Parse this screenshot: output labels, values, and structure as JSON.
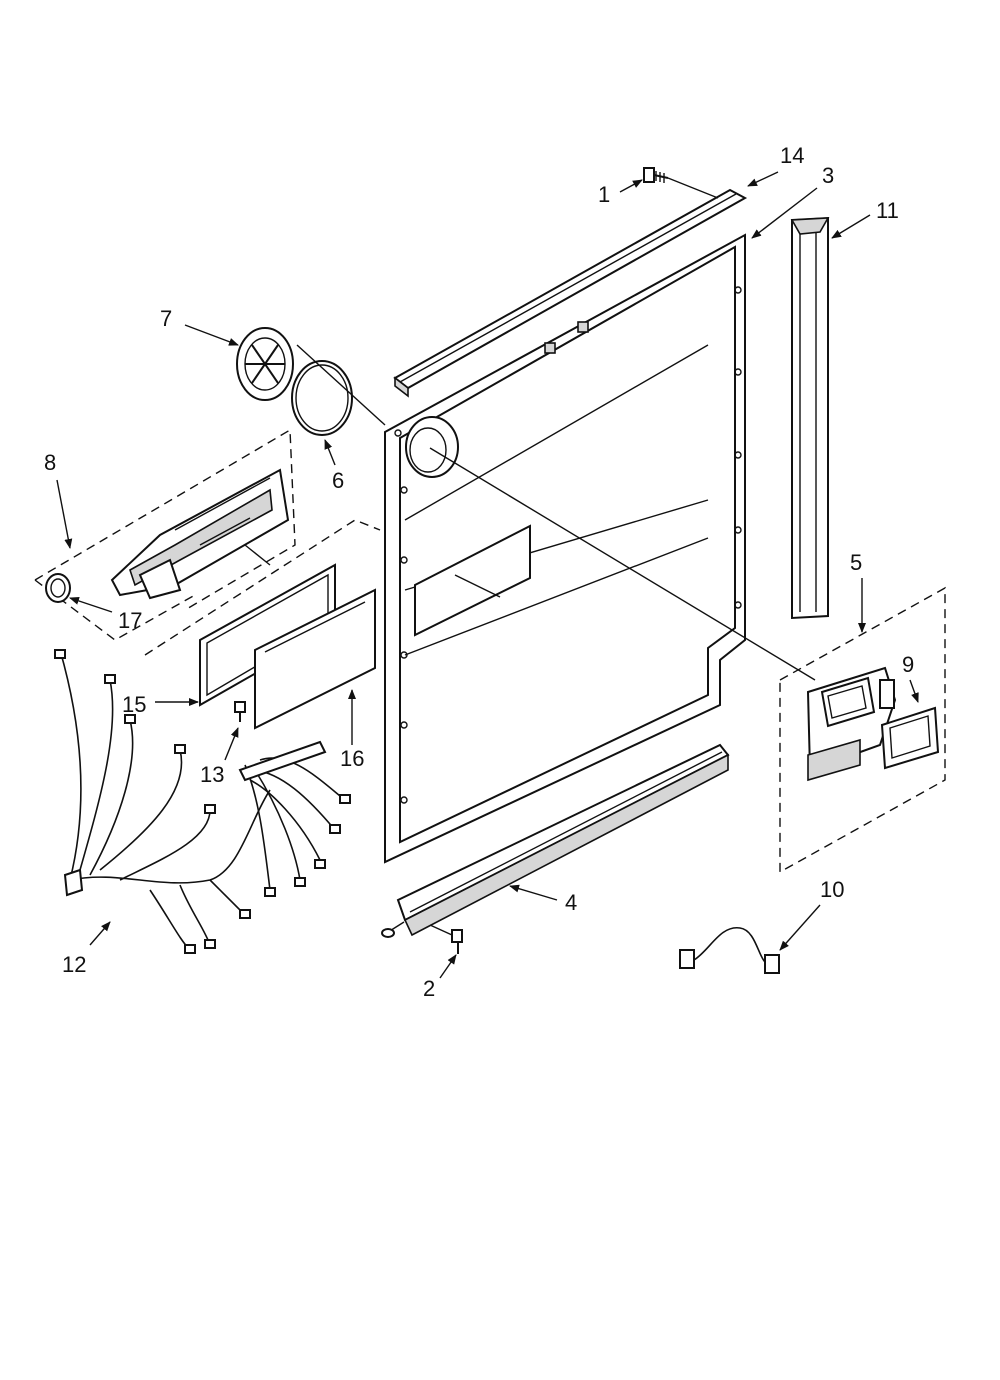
{
  "callouts": {
    "c1": "1",
    "c2": "2",
    "c3": "3",
    "c4": "4",
    "c5": "5",
    "c6": "6",
    "c7": "7",
    "c8": "8",
    "c9": "9",
    "c10": "10",
    "c11": "11",
    "c12": "12",
    "c13": "13",
    "c14": "14",
    "c15": "15",
    "c16": "16",
    "c17": "17"
  }
}
